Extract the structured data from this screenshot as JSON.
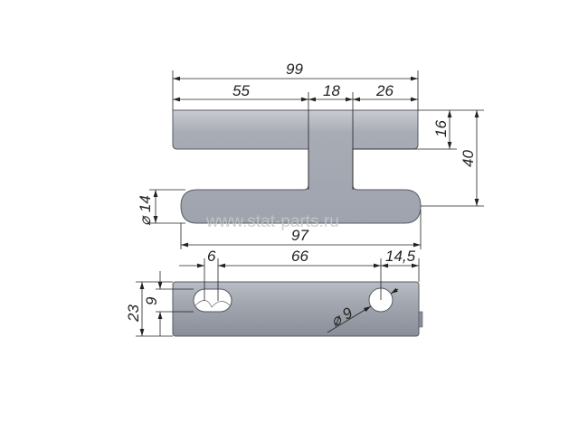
{
  "top_view": {
    "dims": {
      "overall_width": "99",
      "left_segment": "55",
      "stem_width": "18",
      "right_segment": "26",
      "flange_height": "16",
      "total_height": "40",
      "foot_diameter": "⌀ 14",
      "foot_length": "97"
    }
  },
  "bottom_view": {
    "dims": {
      "slot_width": "6",
      "hole_spacing": "66",
      "hole_offset": "14,5",
      "height": "23",
      "slot_height": "9",
      "hole_diameter": "⌀ 9"
    }
  },
  "watermark": "www.stat-parts.ru",
  "colors": {
    "part_fill": "#a9adb6",
    "part_stroke": "#555a62"
  }
}
